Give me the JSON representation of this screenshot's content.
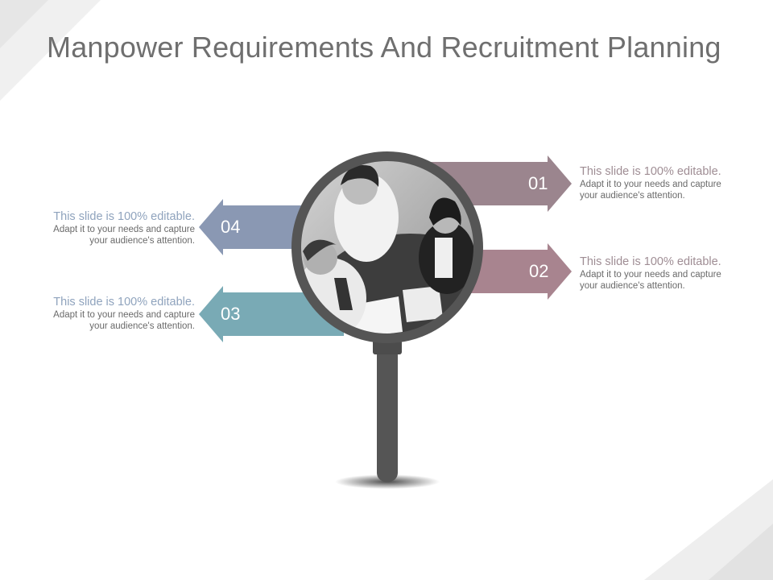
{
  "title": "Manpower Requirements And Recruitment Planning",
  "colors": {
    "arrow_01": "#9b858e",
    "arrow_02": "#a8848f",
    "arrow_03": "#79aab5",
    "arrow_04": "#8a98b3",
    "magnifier": "#555555"
  },
  "items": [
    {
      "number": "01",
      "heading": "This slide is 100% editable.",
      "body_line1": "Adapt it to your needs and capture",
      "body_line2": "your audience's attention."
    },
    {
      "number": "02",
      "heading": "This slide is 100% editable.",
      "body_line1": "Adapt it to your needs and capture",
      "body_line2": "your audience's attention."
    },
    {
      "number": "03",
      "heading": "This slide is 100% editable.",
      "body_line1": "Adapt it to your needs and capture",
      "body_line2": "your audience's attention."
    },
    {
      "number": "04",
      "heading": "This slide is 100% editable.",
      "body_line1": "Adapt it to your needs and capture",
      "body_line2": "your audience's attention."
    }
  ]
}
